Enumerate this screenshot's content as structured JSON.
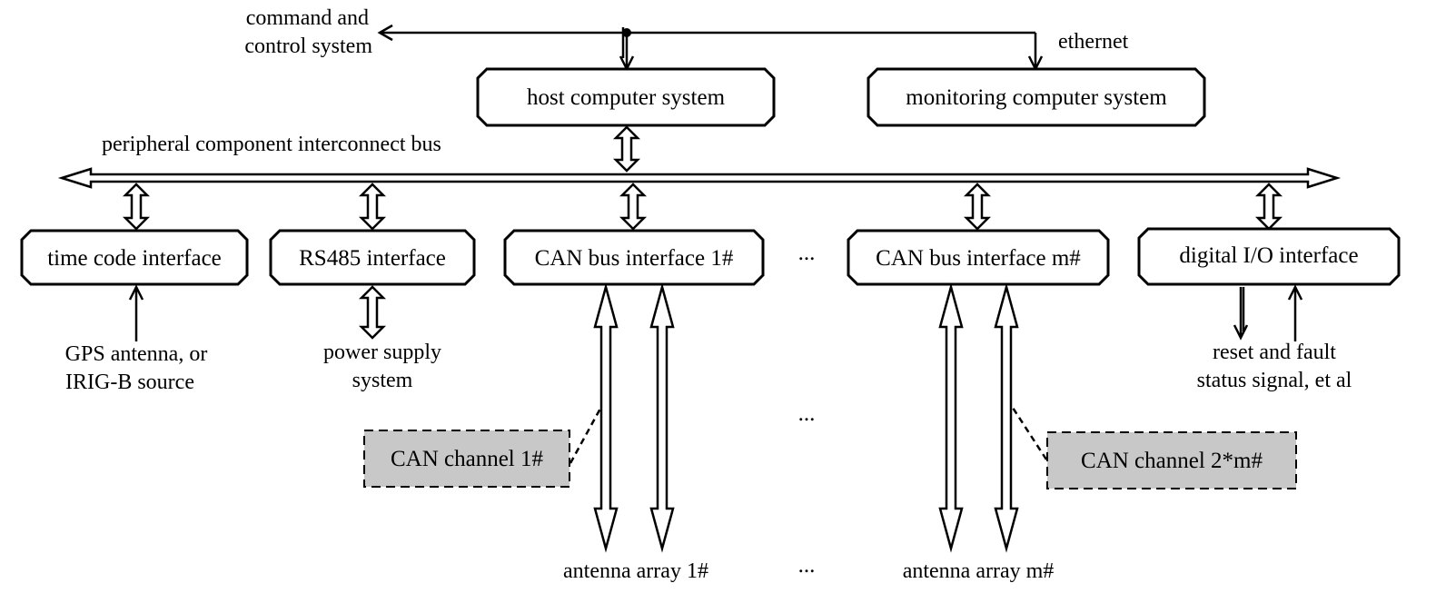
{
  "nodes": {
    "host": "host computer system",
    "monitor": "monitoring computer system",
    "time_code": "time code interface",
    "rs485": "RS485 interface",
    "can1": "CAN bus interface 1#",
    "canm": "CAN bus interface m#",
    "digital_io": "digital I/O interface",
    "can_channel_1": "CAN channel 1#",
    "can_channel_2m": "CAN channel 2*m#"
  },
  "labels": {
    "command_line1": "command and",
    "command_line2": "control system",
    "ethernet": "ethernet",
    "pci_bus": "peripheral component interconnect bus",
    "gps_line1": "GPS antenna, or",
    "gps_line2": "IRIG-B source",
    "power_line1": "power supply",
    "power_line2": "system",
    "reset_line1": "reset and fault",
    "reset_line2": "status signal, et al",
    "antenna_1": "antenna array 1#",
    "antenna_m": "antenna array m#",
    "ellipsis": "..."
  },
  "colors": {
    "channel_fill": "#c8c8c8",
    "stroke": "#000000"
  }
}
